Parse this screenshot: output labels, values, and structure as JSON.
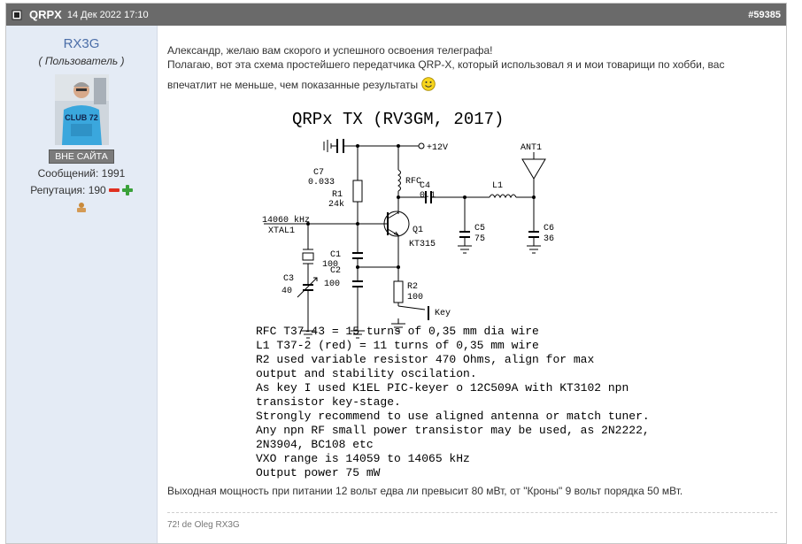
{
  "post": {
    "title": "QRPX",
    "date": "14 Дек 2022 17:10",
    "number": "#59385"
  },
  "profile": {
    "username": "RX3G",
    "role": "( Пользователь )",
    "avatar_caption": "CLUB 72",
    "status": "ВНЕ САЙТА",
    "messages": "Сообщений: 1991",
    "reputation": "Репутация: 190"
  },
  "message": {
    "line1": "Александр, желаю вам скорого и успешного освоения телеграфа!",
    "line2": "Полагаю, вот эта схема простейшего передатчика QRP-X, который использовал я и мои товарищи по хобби, вас",
    "line3": "впечатлит не меньше, чем показанные результаты",
    "after": "Выходная мощность при питании 12 вольт едва ли превысит 80 мВт, от \"Кроны\" 9 вольт порядка 50 мВт.",
    "signature": "72! de Oleg RX3G"
  },
  "schematic": {
    "title": "QRPx TX (RV3GM, 2017)",
    "labels": {
      "vcc": "+12V",
      "c7": "C7",
      "c7v": "0.033",
      "rfc": "RFC",
      "c4": "C4",
      "c4v": "0.1",
      "l1": "L1",
      "ant": "ANT1",
      "r1": "R1",
      "r1v": "24k",
      "xtal_freq": "14060 kHz",
      "xtal": "XTAL1",
      "c1": "C1",
      "c1v": "100",
      "q1": "Q1",
      "q1v": "KT315",
      "c5": "C5",
      "c5v": "75",
      "c6": "C6",
      "c6v": "36",
      "c3": "C3",
      "c3v": "40",
      "c2": "C2",
      "c2v": "100",
      "r2": "R2",
      "r2v": "100",
      "key": "Key"
    },
    "notes": [
      "RFC T37-43 = 15 turns of 0,35 mm dia wire",
      "L1 T37-2 (red) = 11 turns of 0,35 mm wire",
      "R2 used variable resistor 470 Ohms, align for max",
      "output and stability oscilation.",
      "As key I used K1EL PIC-keyer o 12C509A with KT3102 npn",
      "transistor key-stage.",
      "Strongly recommend to use aligned antenna or match tuner.",
      "Any npn RF small power transistor may be used, as 2N2222,",
      "2N3904, BC108 etc",
      "VXO range is 14059 to 14065 kHz",
      "Output power 75 mW"
    ]
  }
}
